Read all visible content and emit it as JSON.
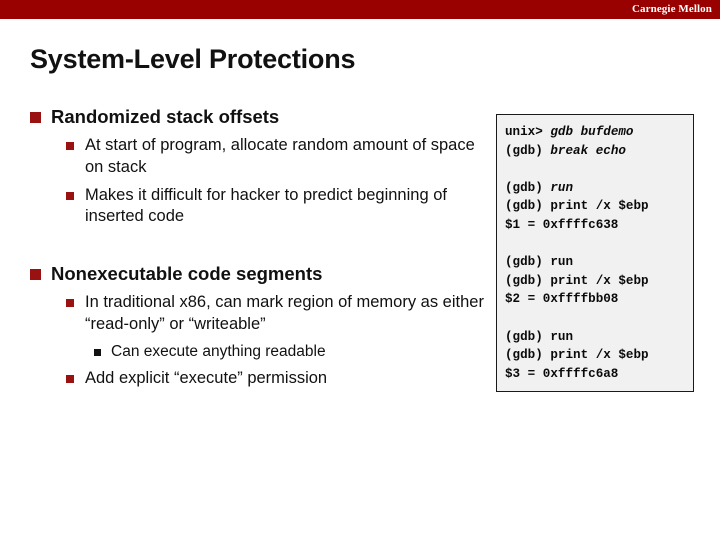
{
  "banner": {
    "institution": "Carnegie Mellon"
  },
  "slide": {
    "title": "System-Level Protections"
  },
  "content": {
    "sections": [
      {
        "heading": "Randomized stack offsets",
        "bullets": [
          {
            "level": 2,
            "text": "At start of program, allocate random amount of space on stack"
          },
          {
            "level": 2,
            "text": "Makes it difficult for hacker to predict beginning of inserted code"
          }
        ]
      },
      {
        "heading": "Nonexecutable code segments",
        "bullets": [
          {
            "level": 2,
            "text": "In traditional x86, can mark region of memory as either “read-only” or “writeable”"
          },
          {
            "level": 3,
            "text": "Can execute anything readable"
          },
          {
            "level": 2,
            "text": "Add explicit “execute” permission"
          }
        ]
      }
    ]
  },
  "terminal": {
    "lines": [
      {
        "prompt": "unix> ",
        "command": "gdb bufdemo",
        "italic": true
      },
      {
        "prompt": "(gdb) ",
        "command": "break echo",
        "italic": true
      },
      {
        "prompt": "",
        "command": "",
        "italic": false
      },
      {
        "prompt": "(gdb) ",
        "command": "run",
        "italic": true
      },
      {
        "prompt": "(gdb) ",
        "command": "print /x $ebp",
        "italic": false
      },
      {
        "prompt": "",
        "command": "$1 = 0xffffc638",
        "italic": false
      },
      {
        "prompt": "",
        "command": "",
        "italic": false
      },
      {
        "prompt": "(gdb) ",
        "command": "run",
        "italic": false
      },
      {
        "prompt": "(gdb) ",
        "command": "print /x $ebp",
        "italic": false
      },
      {
        "prompt": "",
        "command": "$2 = 0xffffbb08",
        "italic": false
      },
      {
        "prompt": "",
        "command": "",
        "italic": false
      },
      {
        "prompt": "(gdb) ",
        "command": "run",
        "italic": false
      },
      {
        "prompt": "(gdb) ",
        "command": "print /x $ebp",
        "italic": false
      },
      {
        "prompt": "",
        "command": "$3 = 0xffffc6a8",
        "italic": false
      }
    ]
  },
  "colors": {
    "brand_red": "#990000",
    "bullet_red": "#9a1111",
    "bullet_black": "#111111",
    "code_bg": "#f1f1f1",
    "code_border": "#1a1a1a"
  }
}
